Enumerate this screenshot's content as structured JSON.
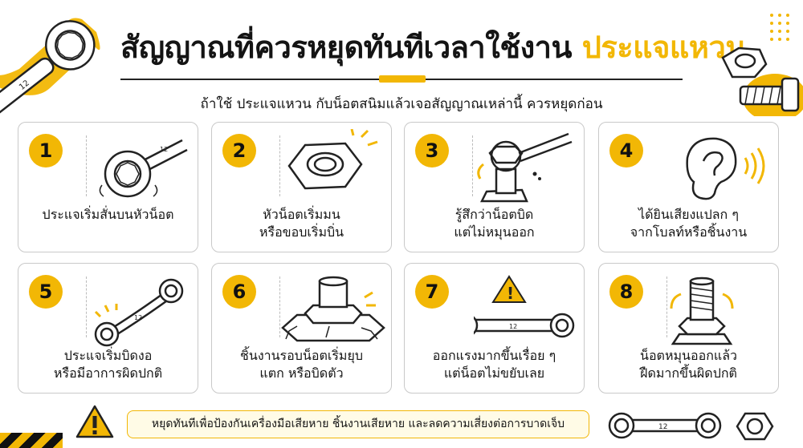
{
  "header": {
    "title_main": "สัญญาณที่ควรหยุดทันทีเวลาใช้งาน",
    "title_highlight": "ประแจแหวน",
    "subtitle": "ถ้าใช้ ประแจแหวน กับน็อตสนิมแล้วเจอสัญญาณเหล่านี้ ควรหยุดก่อน"
  },
  "cards": [
    {
      "number": "1",
      "line1": "ประแจเริ่มสั่นบนหัวน็อต",
      "line2": "",
      "icon": "wrench-on-nut-shaking-icon"
    },
    {
      "number": "2",
      "line1": "หัวน็อตเริ่มมน",
      "line2": "หรือขอบเริ่มบิ่น",
      "icon": "rounded-nut-icon"
    },
    {
      "number": "3",
      "line1": "รู้สึกว่าน็อตบิด",
      "line2": "แต่ไม่หมุนออก",
      "icon": "twisting-bolt-icon"
    },
    {
      "number": "4",
      "line1": "ได้ยินเสียงแปลก ๆ",
      "line2": "จากโบลท์หรือชิ้นงาน",
      "icon": "ear-sound-icon"
    },
    {
      "number": "5",
      "line1": "ประแจเริ่มบิดงอ",
      "line2": "หรือมีอาการผิดปกติ",
      "icon": "bent-wrench-icon"
    },
    {
      "number": "6",
      "line1": "ชิ้นงานรอบน็อตเริ่มยุบ",
      "line2": "แตก หรือบิดตัว",
      "icon": "cracked-surface-nut-icon"
    },
    {
      "number": "7",
      "line1": "ออกแรงมากขึ้นเรื่อย ๆ",
      "line2": "แต่น็อตไม่ขยับเลย",
      "icon": "wrench-warning-icon"
    },
    {
      "number": "8",
      "line1": "น็อตหมุนออกแล้ว",
      "line2": "ฝืดมากขึ้นผิดปกติ",
      "icon": "tight-bolt-icon"
    }
  ],
  "wrench_size": "12",
  "footer": {
    "warning": "หยุดทันทีเพื่อป้องกันเครื่องมือเสียหาย ชิ้นงานเสียหาย และลดความเสี่ยงต่อการบาดเจ็บ"
  },
  "colors": {
    "accent": "#f2b705",
    "text": "#141414",
    "card_border": "#c9c9c9"
  }
}
